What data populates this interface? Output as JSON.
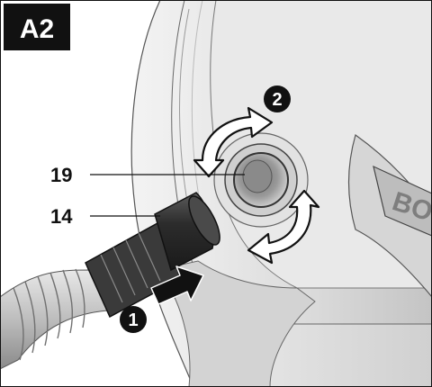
{
  "figure": {
    "badge": "A2",
    "brand_text": "BO",
    "callouts": [
      {
        "label": "19",
        "part": "outlet"
      },
      {
        "label": "14",
        "part": "hose-adapter"
      }
    ],
    "steps": [
      "1",
      "2"
    ]
  },
  "colors": {
    "ink": "#111111",
    "paper": "#ffffff",
    "body_light": "#e4e4e4",
    "body_mid": "#c6c6c6",
    "body_dark": "#8e8e8e",
    "hose_dark": "#2e2e2e"
  }
}
